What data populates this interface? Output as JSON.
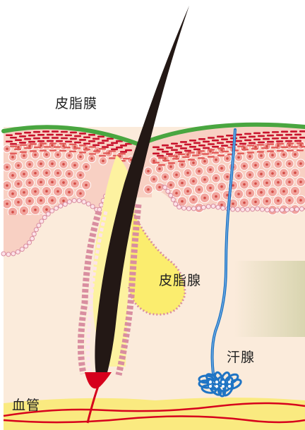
{
  "labels": {
    "sebum_film": "皮脂膜",
    "sebaceous_gland": "皮脂腺",
    "sweat_gland": "汗腺",
    "blood_vessel": "血管"
  },
  "colors": {
    "sebum_film": "#49a640",
    "stratum_corneum": "#c8112b",
    "keratinocyte_fill": "#f2a59e",
    "keratinocyte_nucleus": "#d24b45",
    "basal_cell_outline": "#d98ea0",
    "dermis": "#fbebdb",
    "sebum": "#fbed6e",
    "hair": "#231815",
    "sweat_duct": "#1f74c4",
    "blood": "#d6001c",
    "fat_layer": "#faea80"
  }
}
